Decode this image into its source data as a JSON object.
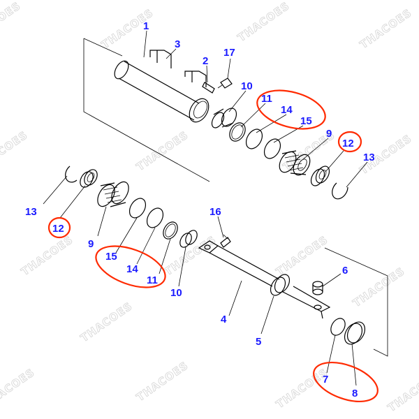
{
  "colors": {
    "label": "#1a1aff",
    "highlight": "#ff2a00",
    "watermark": "#d8d8d8"
  },
  "watermark": "THACOES",
  "labels": {
    "n1": "1",
    "n3": "3",
    "n2": "2",
    "n17": "17",
    "n10a": "10",
    "n11a": "11",
    "n14a": "14",
    "n15a": "15",
    "n9a": "9",
    "n12a": "12",
    "n13a": "13",
    "n13b": "13",
    "n12b": "12",
    "n9b": "9",
    "n16": "16",
    "n15b": "15",
    "n14b": "14",
    "n11b": "11",
    "n10b": "10",
    "n6": "6",
    "n4": "4",
    "n5": "5",
    "n7": "7",
    "n8": "8"
  }
}
